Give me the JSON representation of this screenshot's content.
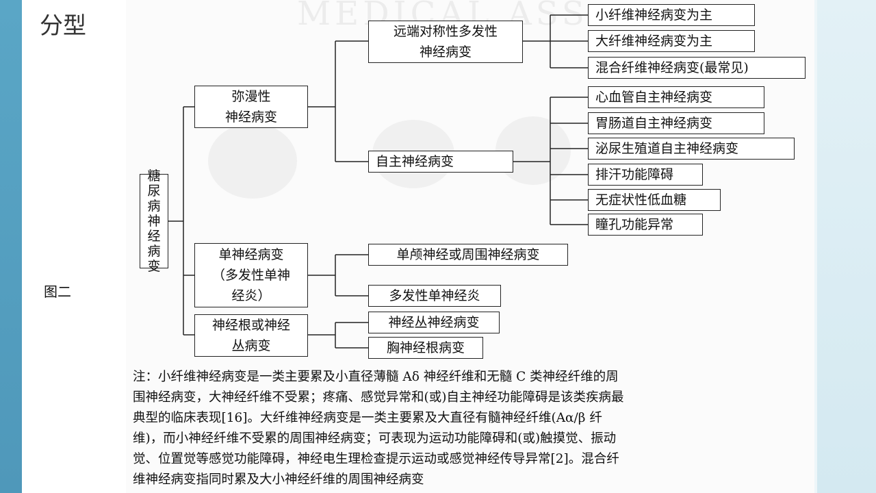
{
  "slide": {
    "title": "分型",
    "figure_label": "图二"
  },
  "watermark": {
    "text": "MEDICAL ASS"
  },
  "diagram": {
    "root": {
      "label": "糖\n尿\n病\n神\n经\n病\n变"
    },
    "level1": {
      "diffuse": {
        "label": "弥漫性\n神经病变"
      },
      "mono": {
        "label": "单神经病变\n（多发性单神\n经炎）"
      },
      "root_plexus": {
        "label": "神经根或神经\n丛病变"
      }
    },
    "level2": {
      "distal": {
        "label": "远端对称性多发性\n神经病变"
      },
      "autonomic": {
        "label": "自主神经病变"
      },
      "cranial": {
        "label": "单颅神经或周围神经病变"
      },
      "multiple": {
        "label": "多发性单神经炎"
      },
      "plexus": {
        "label": "神经丛神经病变"
      },
      "thoracic": {
        "label": "胸神经根病变"
      }
    },
    "level3": {
      "distal_items": [
        "小纤维神经病变为主",
        "大纤维神经病变为主",
        "混合纤维神经病变(最常见)"
      ],
      "autonomic_items": [
        "心血管自主神经病变",
        "胃肠道自主神经病变",
        "泌尿生殖道自主神经病变",
        "排汗功能障碍",
        "无症状性低血糖",
        "瞳孔功能异常"
      ]
    }
  },
  "note": {
    "lines": [
      "注：小纤维神经病变是一类主要累及小直径薄髓 Aδ 神经纤维和无髓 C 类神经纤维的周",
      "围神经病变，大神经纤维不受累；疼痛、感觉异常和(或)自主神经功能障碍是该类疾病最",
      "典型的临床表现[16]。大纤维神经病变是一类主要累及大直径有髓神经纤维(Aα/β 纤",
      "维)，而小神经纤维不受累的周围神经病变；可表现为运动功能障碍和(或)触摸觉、振动",
      "觉、位置觉等感觉功能障碍，神经电生理检查提示运动或感觉神经传导异常[2]。混合纤",
      "维神经病变指同时累及大小神经纤维的周围神经病变"
    ]
  },
  "colors": {
    "left_bar": "#5aa6c6",
    "right_bar": "#e3f1f6",
    "line": "#222222"
  }
}
